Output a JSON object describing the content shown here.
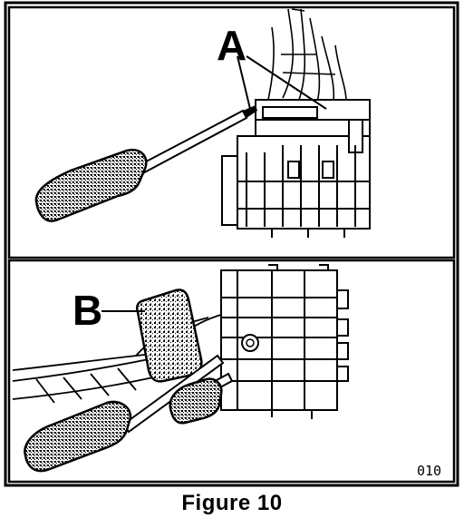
{
  "figure": {
    "caption": "Figure 10",
    "panel_top": {
      "callout": "A"
    },
    "panel_bottom": {
      "callout": "B",
      "code": "010"
    }
  }
}
